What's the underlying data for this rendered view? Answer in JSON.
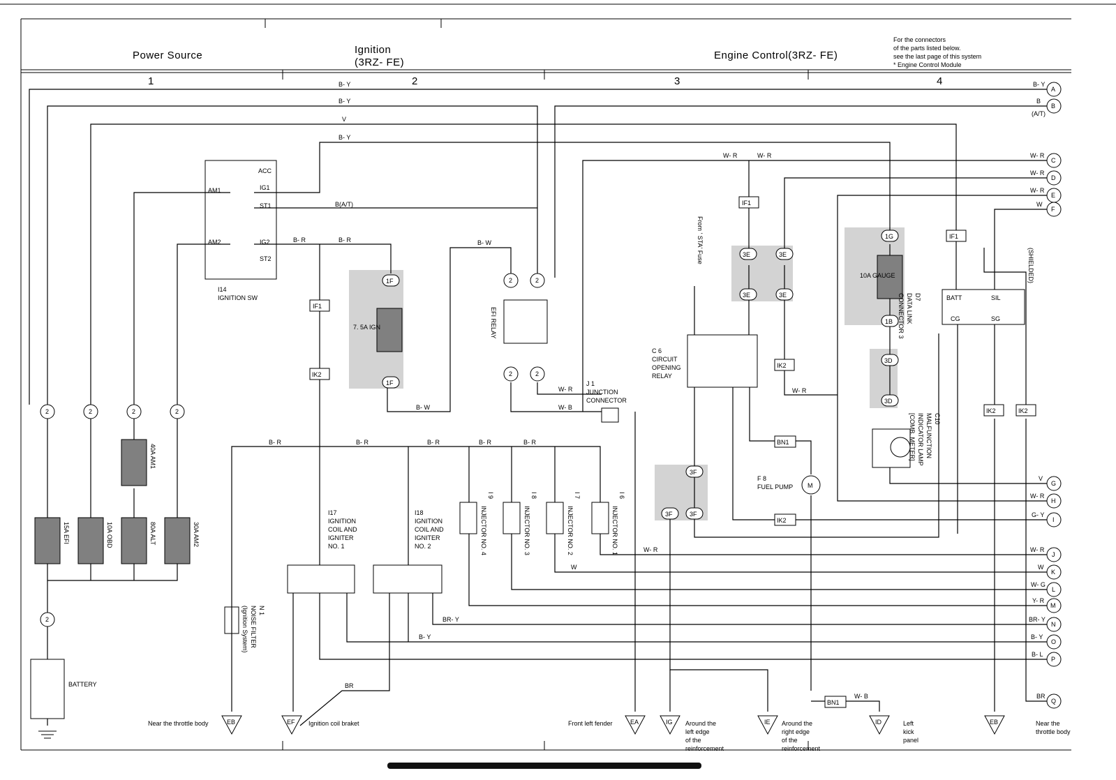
{
  "header": {
    "section_power": "Power Source",
    "section_ignition_1": "Ignition",
    "section_ignition_2": "(3RZ- FE)",
    "section_engine": "Engine Control(3RZ- FE)",
    "note_lines": [
      "For the connectors",
      "of the parts listed below.",
      "see the last page of this system",
      "*  Engine Control Module"
    ],
    "columns": [
      "1",
      "2",
      "3",
      "4"
    ]
  },
  "connectors_right": [
    {
      "letter": "A",
      "wire": "B- Y"
    },
    {
      "letter": "B",
      "wire": "B",
      "note": "(A/T)"
    },
    {
      "letter": "C",
      "wire": "W- R"
    },
    {
      "letter": "D",
      "wire": "W- R"
    },
    {
      "letter": "E",
      "wire": "W- R"
    },
    {
      "letter": "F",
      "wire": "W"
    },
    {
      "letter": "G",
      "wire": "V"
    },
    {
      "letter": "H",
      "wire": "W- R"
    },
    {
      "letter": "I",
      "wire": "G- Y"
    },
    {
      "letter": "J",
      "wire": "W- R"
    },
    {
      "letter": "K",
      "wire": "W"
    },
    {
      "letter": "L",
      "wire": "W- G"
    },
    {
      "letter": "M",
      "wire": "Y- R"
    },
    {
      "letter": "N",
      "wire": "BR- Y"
    },
    {
      "letter": "O",
      "wire": "B- Y"
    },
    {
      "letter": "P",
      "wire": "B- L"
    },
    {
      "letter": "Q",
      "wire": "BR"
    }
  ],
  "components": {
    "ignition_sw": {
      "ref": "I14",
      "name": "IGNITION SW",
      "terminals": [
        "ACC",
        "IG1",
        "ST1",
        "AM1",
        "AM2",
        "IG2",
        "ST2"
      ]
    },
    "fuses": [
      "15A EFI",
      "10A OBD",
      "80A ALT",
      "30A AM2",
      "40A AM1",
      "7. 5A IGN",
      "10A GAUGE"
    ],
    "battery": "BATTERY",
    "efi_relay": "EFI RELAY",
    "junction": {
      "ref": "J 1",
      "name_1": "JUNCTION",
      "name_2": "CONNECTOR"
    },
    "circuit_opening_relay": {
      "ref": "C 6",
      "lines": [
        "CIRCUIT",
        "OPENING",
        "RELAY"
      ]
    },
    "fuel_pump": {
      "ref": "F 8",
      "name": "FUEL PUMP"
    },
    "data_link": {
      "ref": "D7",
      "lines": [
        "DATA LINK",
        "CONNECTOR 3"
      ],
      "terms": [
        "BATT",
        "SIL",
        "CG",
        "SG"
      ]
    },
    "mil": {
      "ref": "C10",
      "lines": [
        "MALFUNCTION",
        "INDICATOR LAMP",
        "[COMB. METER]"
      ]
    },
    "coil1": {
      "ref": "I17",
      "lines": [
        "IGNITION",
        "COIL AND",
        "IGNITER",
        "NO. 1"
      ]
    },
    "coil2": {
      "ref": "I18",
      "lines": [
        "IGNITION",
        "COIL AND",
        "IGNITER",
        "NO. 2"
      ]
    },
    "injectors": [
      {
        "ref": "I 9",
        "name": "INJECTOR NO. 4"
      },
      {
        "ref": "I 8",
        "name": "INJECTOR NO. 3"
      },
      {
        "ref": "I 7",
        "name": "INJECTOR NO. 2"
      },
      {
        "ref": "I 6",
        "name": "INJECTOR NO. 1"
      }
    ],
    "noise_filter": {
      "ref": "N 1",
      "lines": [
        "NOISE FILTER",
        "(Ignition System)"
      ]
    },
    "from_sta": "From ' STA' Fuse",
    "shielded": "(SHIELDED)"
  },
  "grounds": [
    {
      "code": "EB",
      "label": "Near the throttle body"
    },
    {
      "code": "EF",
      "label": "Ignition coil braket"
    },
    {
      "code": "EA",
      "label": "Front left fender"
    },
    {
      "code": "IG",
      "label": "Around the left edge of the reinforcement"
    },
    {
      "code": "IE",
      "label": "Around the right edge of the reinforcement"
    },
    {
      "code": "ID",
      "label": "Left kick panel"
    },
    {
      "code": "EB",
      "label": "Near the throttle body"
    }
  ]
}
